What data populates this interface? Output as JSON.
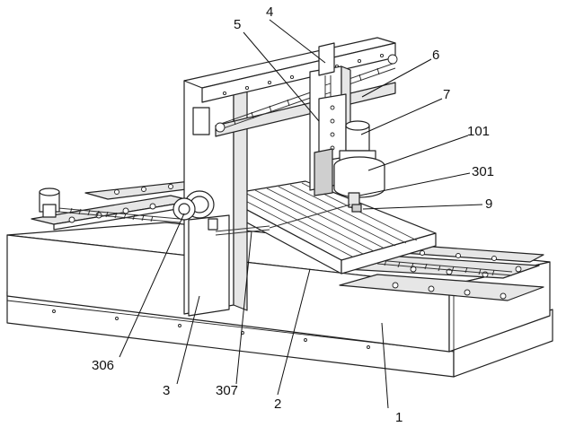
{
  "labels": [
    {
      "id": "label-1",
      "text": "1"
    },
    {
      "id": "label-2",
      "text": "2"
    },
    {
      "id": "label-3",
      "text": "3"
    },
    {
      "id": "label-4",
      "text": "4"
    },
    {
      "id": "label-5",
      "text": "5"
    },
    {
      "id": "label-6",
      "text": "6"
    },
    {
      "id": "label-7",
      "text": "7"
    },
    {
      "id": "label-9",
      "text": "9"
    },
    {
      "id": "label-101",
      "text": "101"
    },
    {
      "id": "label-301",
      "text": "301"
    },
    {
      "id": "label-306",
      "text": "306"
    },
    {
      "id": "label-307",
      "text": "307"
    }
  ]
}
